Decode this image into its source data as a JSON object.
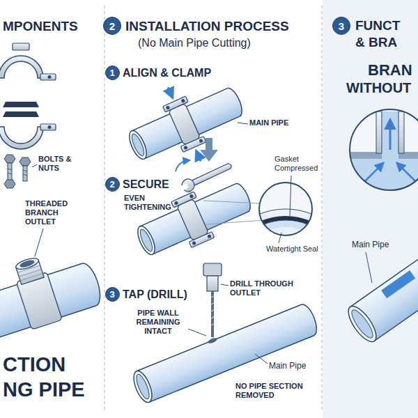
{
  "diagram": {
    "nodes": [
      {
        "text": [
          "2"
        ]
      },
      {
        "text": [
          "1"
        ]
      },
      {
        "text": [
          "2"
        ]
      },
      {
        "text": [
          "3"
        ]
      },
      {
        "text": [
          "3"
        ]
      }
    ],
    "labels": [
      "MPONENTS",
      "BOLTS & NUTS",
      "THREADED BRANCH OUTLET",
      "CTION",
      "NG PIPE",
      "INSTALLATION PROCESS",
      "(No Main Pipe Cutting)",
      "ALIGN & CLAMP",
      "MAIN PIPE",
      "SECURE",
      "EVEN TIGHTENING",
      "Gasket Compressed",
      "Watertight Seal",
      "TAP (DRILL)",
      "DRILL THROUGH OUTLET",
      "PIPE WALL REMAINING INTACT",
      "Main Pipe",
      "NO PIPE SECTION REMOVED",
      "FUNCT",
      "& BRA",
      "BRAN",
      "WITHOUT",
      "Main Pipe"
    ]
  }
}
